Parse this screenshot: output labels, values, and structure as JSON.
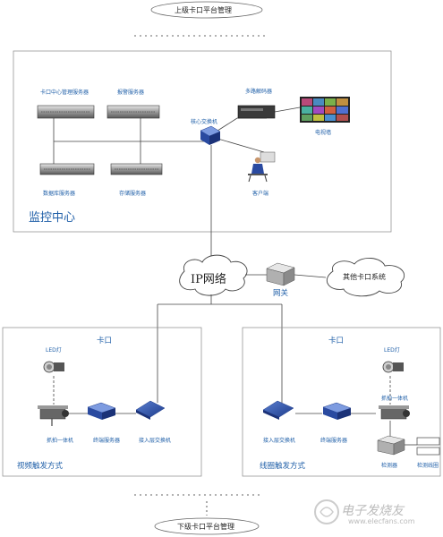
{
  "top_platform": "上级卡口平台管理",
  "bottom_platform": "下级卡口平台管理",
  "monitor_center": {
    "title": "监控中心",
    "servers": {
      "checkpoint_mgmt": "卡口中心管理服务器",
      "alarm": "报警服务器",
      "database": "数据库服务器",
      "storage": "存储服务器"
    },
    "core_switch": "核心交换机",
    "decoder": "多路解码器",
    "video_wall": "电视墙",
    "client": "客户端"
  },
  "network": {
    "ip": "IP网络",
    "gateway": "网关",
    "other": "其他卡口系统"
  },
  "left_site": {
    "title": "卡口",
    "led": "LED灯",
    "camera": "抓拍一体机",
    "terminal_server": "终端服务器",
    "access_switch": "接入层交换机",
    "mode": "视频触发方式"
  },
  "right_site": {
    "title": "卡口",
    "led": "LED灯",
    "camera": "抓拍一体机",
    "access_switch": "接入层交换机",
    "terminal_server": "终端服务器",
    "detector": "检测器",
    "coil": "检测线圈",
    "mode": "线圈触发方式"
  },
  "watermark": {
    "brand": "电子发烧友",
    "url": "www.elecfans.com"
  }
}
